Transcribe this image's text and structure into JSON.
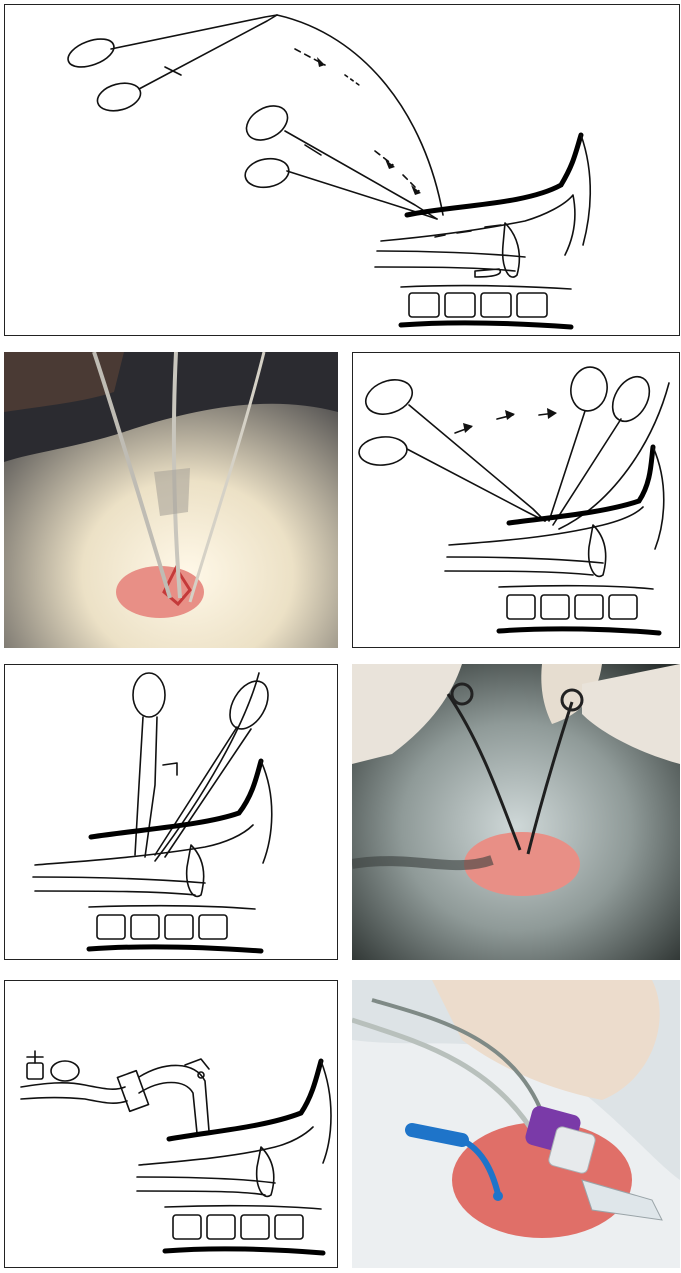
{
  "figure": {
    "panels": [
      {
        "id": "step-1",
        "kind": "drawing"
      },
      {
        "id": "step-2-photo",
        "kind": "photo"
      },
      {
        "id": "step-2-drawing",
        "kind": "drawing"
      },
      {
        "id": "step-3-drawing",
        "kind": "drawing"
      },
      {
        "id": "step-3-photo",
        "kind": "photo"
      },
      {
        "id": "step-4-drawing",
        "kind": "drawing"
      },
      {
        "id": "step-4-photo",
        "kind": "photo"
      }
    ]
  },
  "colors": {
    "skin": "#e88f86",
    "drape": "#e9e1cf",
    "glove": "#ecdccc",
    "tube_purple": "#7a3aa8",
    "connector_blue": "#1e74c9"
  }
}
